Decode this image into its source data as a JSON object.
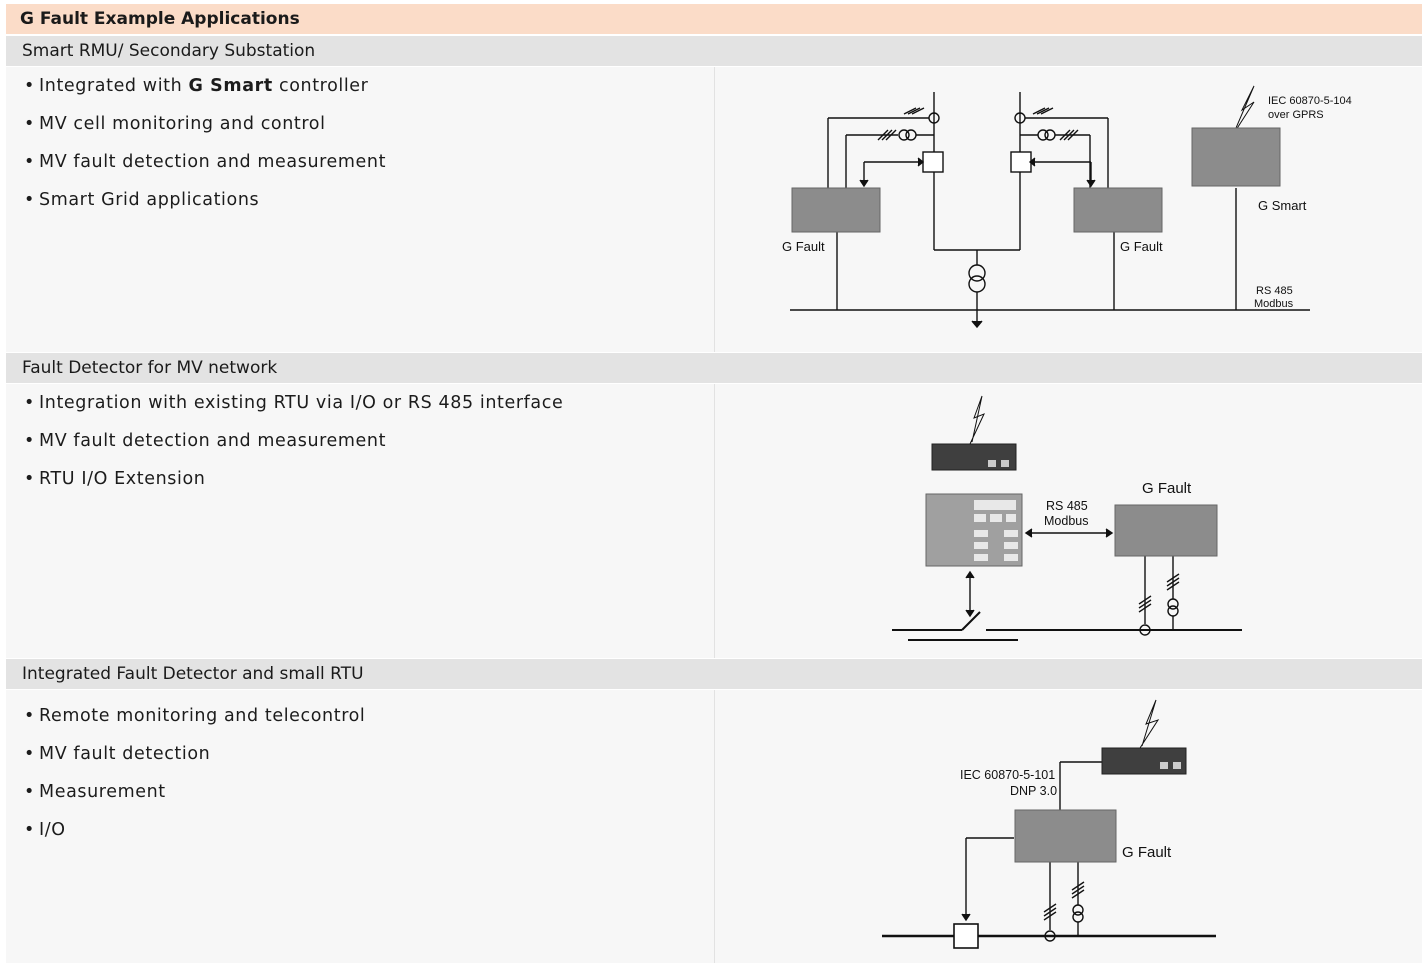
{
  "page_title": "G Fault Example Applications",
  "sections": [
    {
      "heading": "Smart RMU/ Secondary Substation",
      "bullets": [
        {
          "pre": "Integrated with ",
          "bold": "G Smart",
          "post": " controller"
        },
        {
          "text": "MV cell monitoring and control"
        },
        {
          "text": "MV fault detection and measurement"
        },
        {
          "text": "Smart Grid applications"
        }
      ],
      "diagram": {
        "left_device": "G Fault",
        "right_device": "G Fault",
        "controller": "G Smart",
        "protocol_line1": "IEC 60870-5-104",
        "protocol_line2": "over GPRS",
        "bus_line1": "RS 485",
        "bus_line2": "Modbus"
      }
    },
    {
      "heading": "Fault Detector for MV network",
      "bullets": [
        {
          "text": "Integration with existing RTU via I/O or RS 485 interface"
        },
        {
          "text": "MV fault detection and measurement"
        },
        {
          "text": "RTU I/O Extension"
        }
      ],
      "diagram": {
        "device": "G Fault",
        "link_line1": "RS 485",
        "link_line2": "Modbus"
      }
    },
    {
      "heading": "Integrated Fault Detector and small RTU",
      "bullets": [
        {
          "text": "Remote monitoring and telecontrol"
        },
        {
          "text": "MV fault detection"
        },
        {
          "text": "Measurement"
        },
        {
          "text": "I/O"
        }
      ],
      "diagram": {
        "device": "G Fault",
        "protocol_line1": "IEC 60870-5-101",
        "protocol_line2": "DNP 3.0"
      }
    }
  ],
  "colors": {
    "title_bg": "#fbdcc8",
    "section_bg": "#e3e3e3",
    "panel_bg": "#f7f7f7",
    "device_gray": "#8c8c8c"
  }
}
